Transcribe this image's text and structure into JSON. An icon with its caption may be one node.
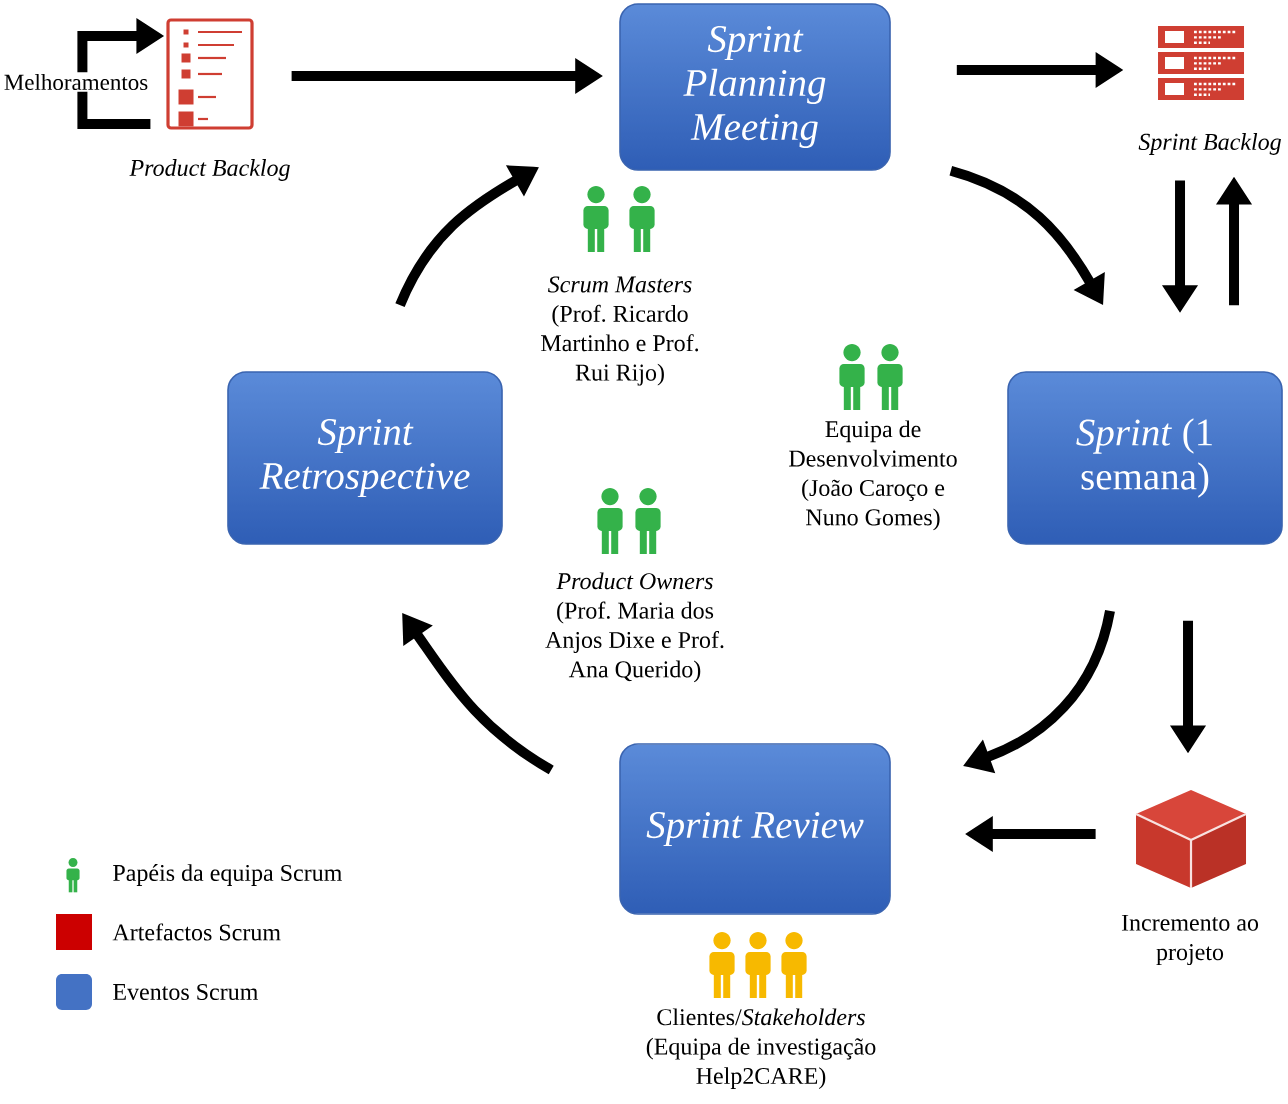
{
  "diagram": {
    "nodes": [
      {
        "text": [],
        "shape": "picture",
        "beside": [
          "Product Backlog"
        ]
      },
      {
        "text": [
          "Sprint Planning Meeting"
        ]
      },
      {
        "text": [],
        "shape": "picture",
        "beside": [
          "Sprint Backlog"
        ]
      },
      {
        "text": [
          "Sprint Retrospective"
        ]
      },
      {
        "text": [
          "*Sprint* (1 semana)"
        ]
      },
      {
        "text": [
          "Sprint Review"
        ]
      },
      {
        "text": [],
        "shape": "picture",
        "beside": [
          "Incremento ao projeto"
        ]
      }
    ],
    "edges": [
      {
        "from": 0,
        "to": 0,
        "arrow": "to",
        "label": "Melhoramentos"
      },
      {
        "from": 0,
        "to": 1,
        "arrow": "to"
      },
      {
        "from": 1,
        "to": 2,
        "arrow": "to"
      },
      {
        "from": 1,
        "to": 4,
        "arrow": "to"
      },
      {
        "from": 2,
        "to": 4,
        "arrow": "to"
      },
      {
        "from": 4,
        "to": 2,
        "arrow": "to"
      },
      {
        "from": 4,
        "to": 5,
        "arrow": "to"
      },
      {
        "from": 4,
        "to": 6,
        "arrow": "to"
      },
      {
        "from": 6,
        "to": 5,
        "arrow": "to"
      },
      {
        "from": 5,
        "to": 3,
        "arrow": "to"
      },
      {
        "from": 3,
        "to": 1,
        "arrow": "to"
      }
    ],
    "labels": [
      "*Scrum Masters* (Prof. Ricardo Martinho e Prof. Rui Rijo)",
      "Equipa de Desenvolvimento (João Caroço e Nuno Gomes)",
      "*Product Owners* (Prof. Maria dos Anjos Dixe e Prof. Ana Querido)",
      "Clientes/*Stakeholders* (Equipa de investigação Help2CARE)"
    ],
    "legend": [
      {
        "text": "Papéis da equipa Scrum"
      },
      {
        "text": "Artefactos Scrum",
        "color": "#cc0000"
      },
      {
        "text": "Eventos Scrum",
        "color": "#4472c4"
      }
    ]
  }
}
